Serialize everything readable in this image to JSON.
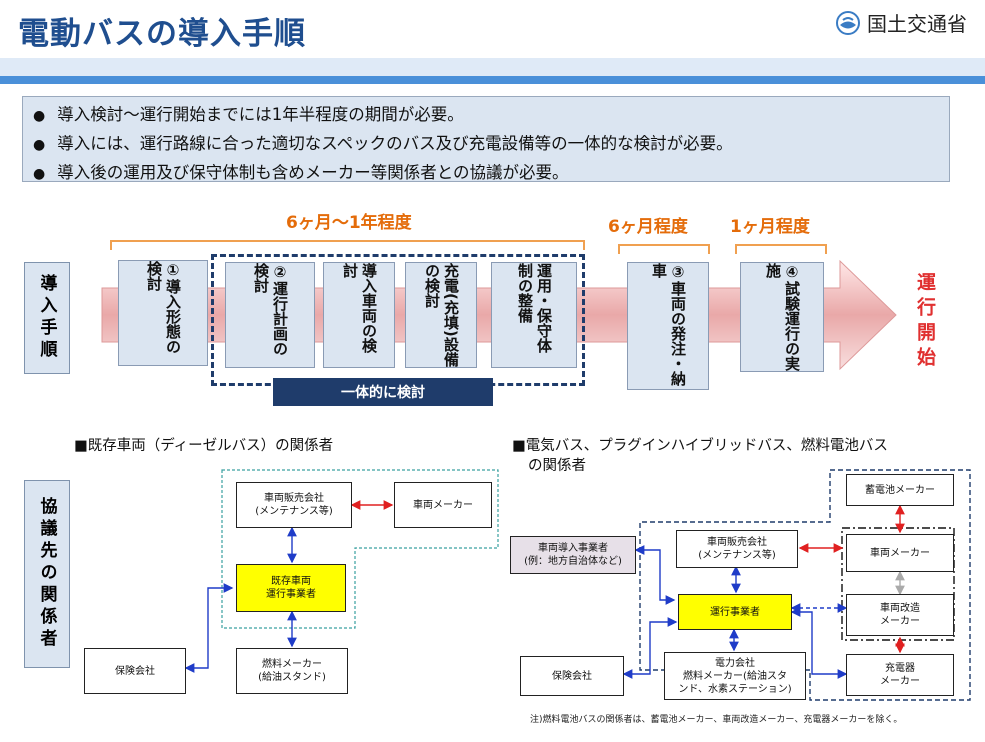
{
  "header": {
    "title": "電動バスの導入手順",
    "ministry": "国土交通省"
  },
  "bullets": [
    "導入検討～運行開始までには1年半程度の期間が必要。",
    "導入には、運行路線に合った適切なスペックのバス及び充電設備等の一体的な検討が必要。",
    "導入後の運用及び保守体制も含めメーカー等関係者との協議が必要。"
  ],
  "process": {
    "row_label": "導入手順",
    "durations": [
      "6ヶ月～1年程度",
      "6ヶ月程度",
      "1ヶ月程度"
    ],
    "steps": [
      "①導入形態の検討",
      "②運行計画の検討",
      "導入車両の検討",
      "充電(充填)設備の検討",
      "運用・保守体制の整備",
      "③車両の発注・納車",
      "④試験運行の実施"
    ],
    "unified": "一体的に検討",
    "end": "運行開始"
  },
  "consult": {
    "row_label": "協議先の関係者",
    "left_title": "■既存車両（ディーゼルバス）の関係者",
    "right_title_1": "■電気バス、プラグインハイブリッドバス、燃料電池バス",
    "right_title_2": "の関係者",
    "left": {
      "dealer_1": "車両販売会社",
      "dealer_2": "(メンテナンス等)",
      "maker": "車両メーカー",
      "operator_1": "既存車両",
      "operator_2": "運行事業者",
      "insurance": "保険会社",
      "fuel_1": "燃料メーカー",
      "fuel_2": "(給油スタンド)"
    },
    "right": {
      "intro_1": "車両導入事業者",
      "intro_2": "(例：地方自治体など)",
      "dealer_1": "車両販売会社",
      "dealer_2": "(メンテナンス等)",
      "battery": "蓄電池メーカー",
      "maker": "車両メーカー",
      "operator": "運行事業者",
      "modifier_1": "車両改造",
      "modifier_2": "メーカー",
      "insurance": "保険会社",
      "power_1": "電力会社",
      "power_2": "燃料メーカー(給油スタ",
      "power_3": "ンド、水素ステーション)",
      "charger_1": "充電器",
      "charger_2": "メーカー"
    },
    "note": "注)燃料電池バスの関係者は、蓄電池メーカー、車両改造メーカー、充電器メーカーを除く。"
  }
}
